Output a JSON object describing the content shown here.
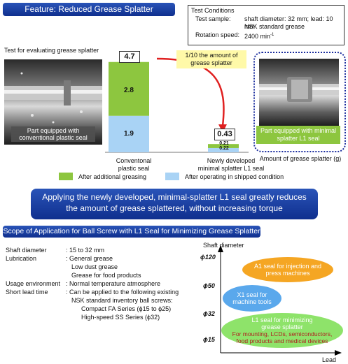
{
  "header": {
    "title": "Feature: Reduced Grease Splatter"
  },
  "conditions": {
    "heading": "Test Conditions",
    "sample_label": "Test sample:",
    "sample_value_1": "shaft diameter: 32 mm; lead: 10 mm",
    "sample_value_2": "NSK standard grease",
    "speed_label": "Rotation speed:",
    "speed_value": "2400 min",
    "speed_unit_sup": "-1"
  },
  "test_label": "Test for evaluating grease splatter",
  "photo_left_caption": "Part equipped with conventional plastic seal",
  "photo_right_caption": "Part equipped with minimal splatter L1 seal",
  "annotation": "1/10 the amount of grease splatter",
  "axis_label": "Amount of grease splatter (g)",
  "chart_data": {
    "type": "bar",
    "stacked": true,
    "categories": [
      "Conventonal plastic seal",
      "Newly developed minimal splatter L1 seal"
    ],
    "category_line1": [
      "Conventonal",
      "Newly developed"
    ],
    "category_line2": [
      "plastic seal",
      "minimal splatter L1 seal"
    ],
    "series": [
      {
        "name": "After additional greasing",
        "values": [
          2.8,
          0.21
        ],
        "color": "#8dc63f"
      },
      {
        "name": "After operating in shipped condition",
        "values": [
          1.9,
          0.22
        ],
        "color": "#a9d3f5"
      }
    ],
    "totals": [
      "4.7",
      "0.43"
    ],
    "value_labels": {
      "conventional_green": "2.8",
      "conventional_blue": "1.9",
      "new_green": "0.21",
      "new_blue": "0.22"
    }
  },
  "banner": {
    "line1": "Applying the newly developed, minimal-splatter L1 seal greatly reduces",
    "line2": "the amount of grease splattered, without increasing torque"
  },
  "scope": {
    "title": "Scope of Application for Ball Screw with L1 Seal for Minimizing Grease Splatter",
    "shaft_label": "Shaft diameter",
    "shaft_value": ": 15 to 32 mm",
    "lub_label": "Lubrication",
    "lub_values": [
      ": General grease",
      "Low dust grease",
      "Grease for food products"
    ],
    "usage_label": "Usage environment",
    "usage_value": ": Normal temperature atmosphere",
    "lead_label": "Short lead time",
    "lead_values": [
      ": Can be applied to the following existing",
      "NSK standard inventory ball screws:",
      "Compact FA Series (ϕ15 to ϕ25)",
      "High-speed SS Series (ϕ32)"
    ]
  },
  "diagram": {
    "y_axis_title": "Shaft diameter",
    "x_axis_title": "Lead",
    "ticks": [
      "ϕ120",
      "ϕ50",
      "ϕ32",
      "ϕ15"
    ],
    "orange_label": "A1 seal for injection and press machines",
    "blue_label": "X1 seal for machine tools",
    "green_title": "L1 seal for minimizing grease splatter",
    "green_sub": "For mounting, LCDs, semiconductors, food products and medical devices",
    "colors": {
      "orange": "#f5a623",
      "blue": "#5aa8ec",
      "green": "#8ee36a",
      "green_sub_text": "#b02020"
    }
  }
}
